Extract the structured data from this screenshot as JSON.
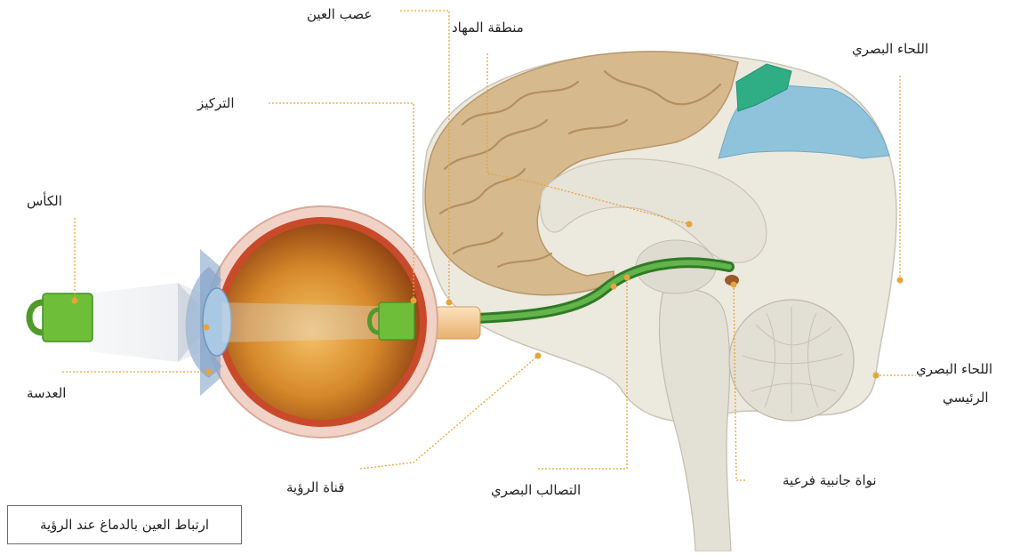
{
  "labels": {
    "optic_nerve": "عصب العين",
    "thalamus": "منطقة المهاد",
    "visual_cortex": "اللحاء البصري",
    "focus": "التركيز",
    "cup": "الكأس",
    "lens": "العدسة",
    "primary_visual_cortex_line1": "اللحاء البصري",
    "primary_visual_cortex_line2": "الرئيسي",
    "visual_canal": "قناة الرؤية",
    "optic_chiasm": "التصالب البصري",
    "lateral_geniculate_nucleus": "نواة جانبية فرعية"
  },
  "caption": "ارتباط العين بالدماغ عند الرؤية",
  "colors": {
    "leader_line": "#e8a33a",
    "cortex_tan": "#d6b98c",
    "brain_base": "#ece9df",
    "visual_cortex_blue": "#8fc3db",
    "visual_cortex_green": "#2fae86",
    "optic_tract_green": "#3f8f32",
    "cup_green": "#6fbe3a",
    "eye_sclera": "#f1d2c7",
    "eye_interior": "#d98a2a"
  }
}
